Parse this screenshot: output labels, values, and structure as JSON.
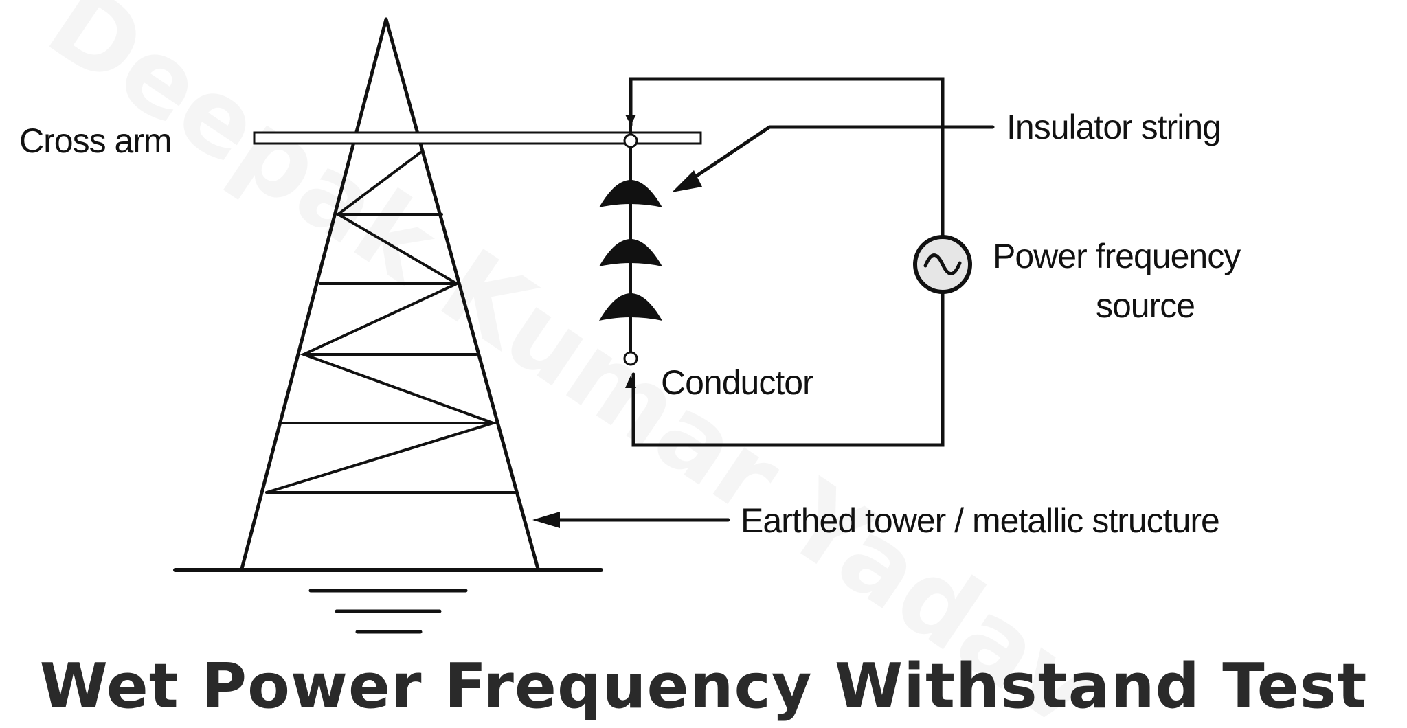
{
  "title": "Wet Power Frequency Withstand Test",
  "watermark": "Deepak Kumar Yadav",
  "labels": {
    "cross_arm": "Cross arm",
    "insulator_string": "Insulator string",
    "power_frequency_line1": "Power frequency",
    "power_frequency_line2": "source",
    "conductor": "Conductor",
    "earthed_tower": "Earthed tower / metallic structure"
  },
  "colors": {
    "ink": "#111111",
    "title": "#2a2a2a",
    "background": "#ffffff"
  },
  "icons": {
    "source": "ac-source-icon",
    "ground": "ground-icon"
  }
}
